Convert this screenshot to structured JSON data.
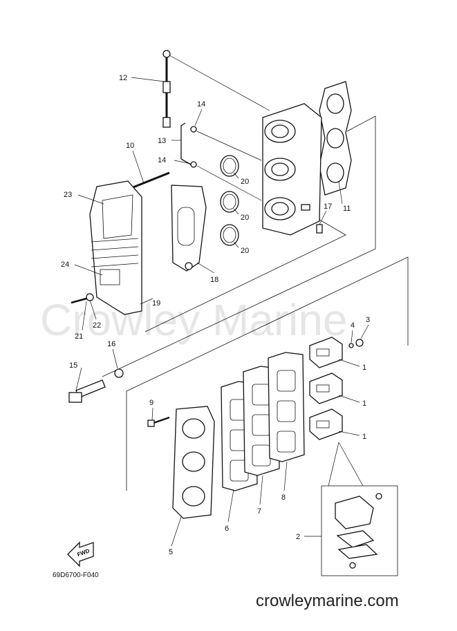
{
  "watermark": "Crowley Marine",
  "site_footer": "crowleymarine.com",
  "diagram_code": "69D6700-F040",
  "fwd_label": "FWD",
  "callouts": {
    "c1a": "1",
    "c1b": "1",
    "c1c": "1",
    "c2": "2",
    "c3": "3",
    "c4": "4",
    "c5": "5",
    "c6": "6",
    "c7": "7",
    "c8": "8",
    "c9": "9",
    "c10": "10",
    "c11": "11",
    "c12": "12",
    "c13": "13",
    "c14a": "14",
    "c14b": "14",
    "c15": "15",
    "c16": "16",
    "c17": "17",
    "c18": "18",
    "c19": "19",
    "c20a": "20",
    "c20b": "20",
    "c20c": "20",
    "c21": "21",
    "c22": "22",
    "c23": "23",
    "c24": "24"
  }
}
